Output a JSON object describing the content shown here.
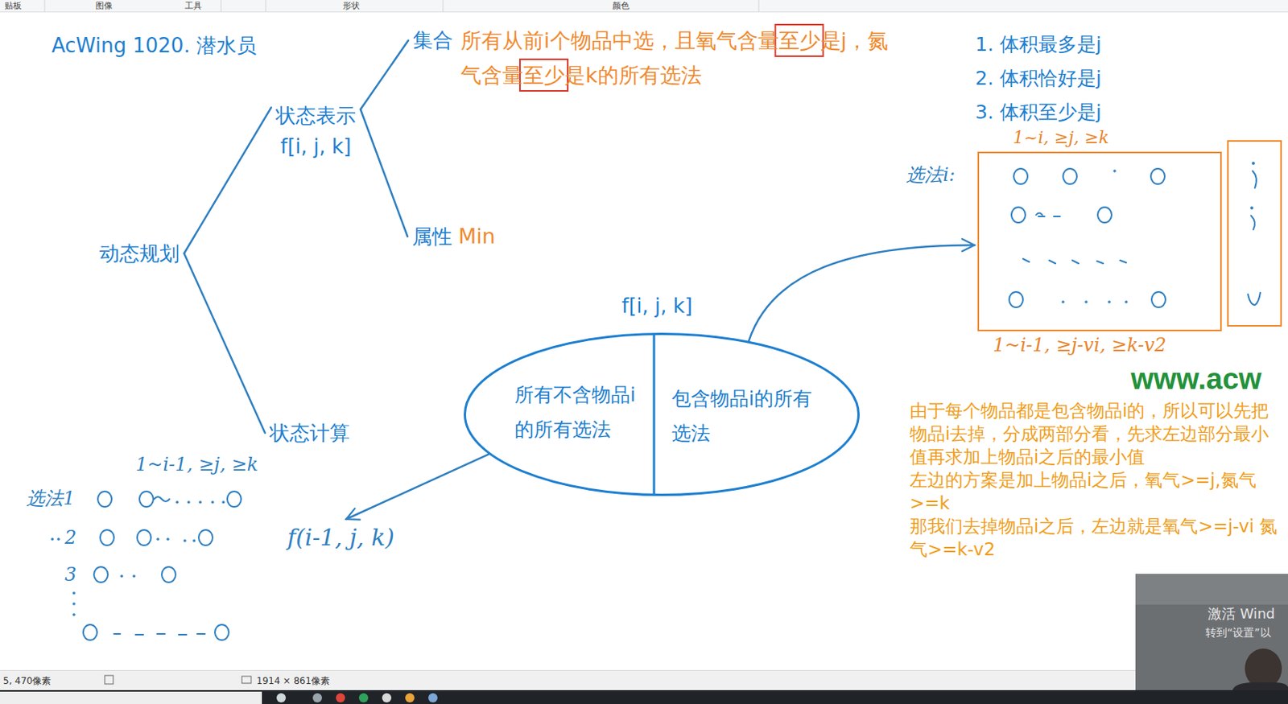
{
  "diagram": {
    "title": "AcWing 1020. 潜水员",
    "nodes": [
      {
        "text": [
          "动态规划"
        ]
      },
      {
        "text": [
          "状态表示",
          "f[i, j, k]"
        ]
      },
      {
        "text": [
          "集合",
          "所有从前i个物品中选，且氧气含量至少是j，氮气含量至少是k的所有选法"
        ]
      },
      {
        "text": [
          "属性",
          "Min"
        ]
      },
      {
        "text": [
          "状态计算"
        ]
      },
      {
        "text": [
          "f[i, j, k]"
        ]
      },
      {
        "text": [
          "所有不含物品i的所有选法"
        ],
        "in": 5
      },
      {
        "text": [
          "包含物品i的所有选法"
        ],
        "in": 5
      },
      {
        "text": [
          "f(i-1, j, k)"
        ]
      },
      {
        "text": [
          "1~i, ≥j, ≥k",
          "1~i-1, ≥j-vi, ≥k-v2"
        ]
      }
    ],
    "edges": [
      {
        "from": 0,
        "to": 1,
        "arrow": "none"
      },
      {
        "from": 0,
        "to": 4,
        "arrow": "none"
      },
      {
        "from": 1,
        "to": 2,
        "arrow": "none"
      },
      {
        "from": 1,
        "to": 3,
        "arrow": "none"
      },
      {
        "from": 5,
        "to": 8,
        "arrow": "to"
      },
      {
        "from": 5,
        "to": 9,
        "arrow": "to"
      }
    ],
    "labels": [
      "贴板",
      "图像",
      "工具",
      "形状",
      "颜色",
      "1. 体积最多是j",
      "2. 体积恰好是j",
      "3. 体积至少是j",
      "选法i:",
      "1~i-1, ≥j, ≥k",
      "选法1",
      "2",
      "3",
      "由于每个物品都是包含物品i的，所以可以先把物品i去掉，分成两部分看，先求左边部分最小值再求加上物品i之后的最小值",
      "左边的方案是加上物品i之后，氧气>=j,氮气>=k",
      "那我们去掉物品i之后，左边就是氧气>=j-vi 氮气>=k-v2",
      "www.acw",
      "激活 Wind",
      "转到“设置”以",
      "5, 470像素",
      "1914 × 861像素"
    ]
  }
}
